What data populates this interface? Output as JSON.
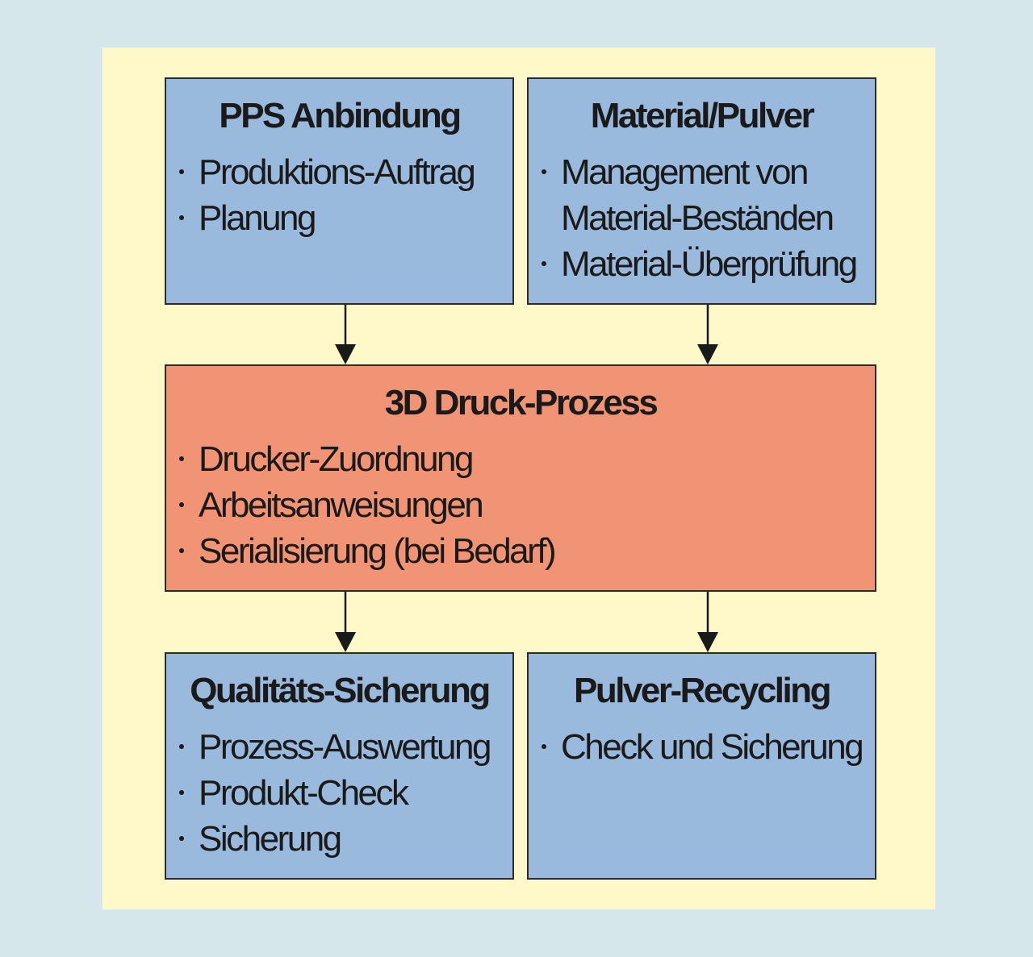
{
  "diagram": {
    "boxes": {
      "pps": {
        "title": "PPS Anbindung",
        "items": [
          "Produktions-Auftrag",
          "Planung"
        ]
      },
      "material": {
        "title": "Material/Pulver",
        "items": [
          "Management von\nMaterial-Beständen",
          "Material-Überprüfung"
        ]
      },
      "process": {
        "title": "3D Druck-Prozess",
        "items": [
          "Drucker-Zuordnung",
          "Arbeitsanweisungen",
          "Serialisierung (bei Bedarf)"
        ]
      },
      "quality": {
        "title": "Qualitäts-Sicherung",
        "items": [
          "Prozess-Auswertung",
          "Produkt-Check",
          "Sicherung"
        ]
      },
      "recycling": {
        "title": "Pulver-Recycling",
        "items": [
          "Check und Sicherung"
        ]
      }
    },
    "connections": [
      {
        "from": "PPS Anbindung",
        "to": "3D Druck-Prozess"
      },
      {
        "from": "Material/Pulver",
        "to": "3D Druck-Prozess"
      },
      {
        "from": "3D Druck-Prozess",
        "to": "Qualitäts-Sicherung"
      },
      {
        "from": "3D Druck-Prozess",
        "to": "Pulver-Recycling"
      }
    ],
    "colors": {
      "outer_background": "#d6e7ec",
      "panel_background": "#fff8c9",
      "box_blue": "#99b9dd",
      "box_salmon": "#f19475",
      "line": "#1a1a1a"
    }
  }
}
